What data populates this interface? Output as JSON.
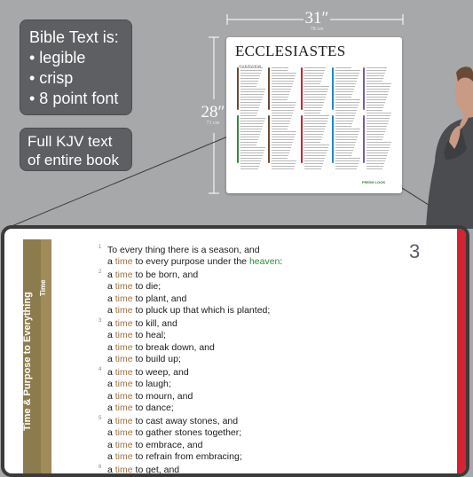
{
  "badges": {
    "bible_text": [
      "Bible Text is:",
      "• legible",
      "• crisp",
      "• 8 point font"
    ],
    "kjv": [
      "Full KJV text",
      "of entire book"
    ]
  },
  "dimensions": {
    "width_in": "31″",
    "width_cm": "78 cm",
    "height_in": "28″",
    "height_cm": "71 cm"
  },
  "poster": {
    "title": "ECCLESIASTES",
    "overview": "OVERVIEW",
    "logo": "FRESH LOOK"
  },
  "panel": {
    "sidebar_title": "Time & Purpose to Everything",
    "sidebar_sub": "Time",
    "chapter": "3",
    "colors": {
      "accent_red": "#d32231",
      "sidebar": "#8c7b4c",
      "time_word": "#a0703d",
      "heaven_word": "#2e8b3a"
    },
    "verses": [
      {
        "num": "1",
        "lines": [
          [
            "To every thing there is a season, and"
          ],
          [
            "a ",
            {
              "t": "time"
            },
            " to every purpose under the ",
            {
              "h": "heaven"
            },
            ":"
          ]
        ]
      },
      {
        "num": "2",
        "lines": [
          [
            "a ",
            {
              "t": "time"
            },
            " to be born, and"
          ],
          [
            "a ",
            {
              "t": "time"
            },
            " to die;"
          ]
        ]
      },
      {
        "num": "",
        "lines": [
          [
            "a ",
            {
              "t": "time"
            },
            " to plant, and"
          ],
          [
            "a ",
            {
              "t": "time"
            },
            " to pluck up that which is planted;"
          ]
        ]
      },
      {
        "num": "3",
        "lines": [
          [
            "a ",
            {
              "t": "time"
            },
            " to kill, and"
          ],
          [
            "a ",
            {
              "t": "time"
            },
            " to heal;"
          ]
        ]
      },
      {
        "num": "",
        "lines": [
          [
            "a ",
            {
              "t": "time"
            },
            " to break down, and"
          ],
          [
            "a ",
            {
              "t": "time"
            },
            " to build up;"
          ]
        ]
      },
      {
        "num": "4",
        "lines": [
          [
            "a ",
            {
              "t": "time"
            },
            " to weep, and"
          ],
          [
            "a ",
            {
              "t": "time"
            },
            " to laugh;"
          ]
        ]
      },
      {
        "num": "",
        "lines": [
          [
            "a ",
            {
              "t": "time"
            },
            " to mourn, and"
          ],
          [
            "a ",
            {
              "t": "time"
            },
            " to dance;"
          ]
        ]
      },
      {
        "num": "5",
        "lines": [
          [
            "a ",
            {
              "t": "time"
            },
            " to cast away stones, and"
          ],
          [
            "a ",
            {
              "t": "time"
            },
            " to gather stones together;"
          ]
        ]
      },
      {
        "num": "",
        "lines": [
          [
            "a ",
            {
              "t": "time"
            },
            " to embrace, and"
          ],
          [
            "a ",
            {
              "t": "time"
            },
            " to refrain from embracing;"
          ]
        ]
      },
      {
        "num": "6",
        "lines": [
          [
            "a ",
            {
              "t": "time"
            },
            " to get, and"
          ]
        ]
      }
    ]
  }
}
